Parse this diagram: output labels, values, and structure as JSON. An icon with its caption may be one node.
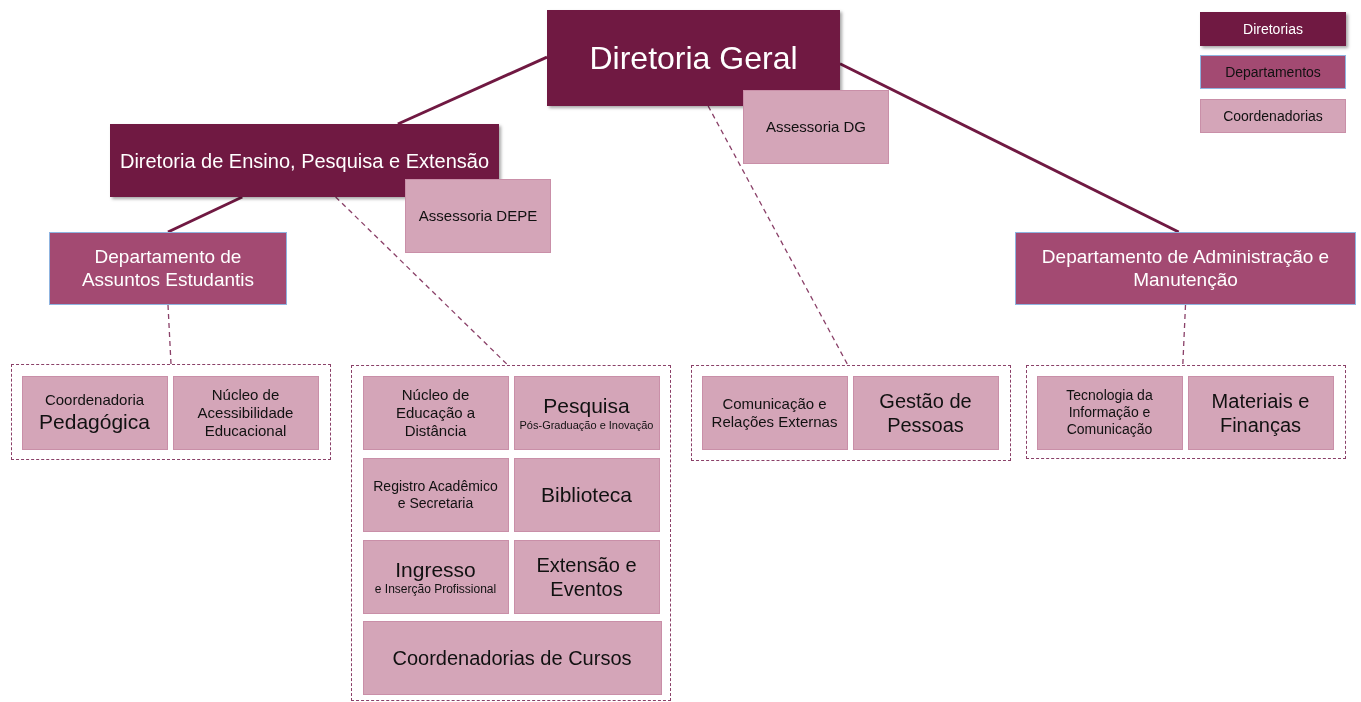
{
  "diagram": {
    "nodes": [
      {
        "text": [
          "Diretoria Geral"
        ]
      },
      {
        "text": [
          "Assessoria DG"
        ]
      },
      {
        "text": [
          "Diretoria de Ensino, Pesquisa e Extensão"
        ]
      },
      {
        "text": [
          "Assessoria DEPE"
        ]
      },
      {
        "text": [
          "Departamento de Assuntos Estudantis"
        ]
      },
      {
        "text": [
          "Departamento de Administração e Manutenção"
        ]
      },
      {
        "text": [],
        "shape": "box"
      },
      {
        "text": [
          "Coordenadoria",
          "Pedagógica"
        ],
        "in": 6
      },
      {
        "text": [
          "Núcleo de Acessibilidade Educacional"
        ],
        "in": 6
      },
      {
        "text": [],
        "shape": "box"
      },
      {
        "text": [
          "Núcleo de Educação a Distância"
        ],
        "in": 9
      },
      {
        "text": [
          "Pesquisa",
          "Pós-Graduação e Inovação"
        ],
        "in": 9
      },
      {
        "text": [
          "Registro Acadêmico e Secretaria"
        ],
        "in": 9
      },
      {
        "text": [
          "Biblioteca"
        ],
        "in": 9
      },
      {
        "text": [
          "Ingresso",
          "e Inserção Profissional"
        ],
        "in": 9
      },
      {
        "text": [
          "Extensão e Eventos"
        ],
        "in": 9
      },
      {
        "text": [
          "Coordenadorias de Cursos"
        ],
        "in": 9
      },
      {
        "text": [],
        "shape": "box"
      },
      {
        "text": [
          "Comunicação e Relações Externas"
        ],
        "in": 17
      },
      {
        "text": [
          "Gestão de Pessoas"
        ],
        "in": 17
      },
      {
        "text": [],
        "shape": "box"
      },
      {
        "text": [
          "Tecnologia da Informação e Comunicação"
        ],
        "in": 20
      },
      {
        "text": [
          "Materiais e Finanças"
        ],
        "in": 20
      }
    ],
    "edges": [
      {
        "from": 0,
        "to": 2,
        "arrow": "none"
      },
      {
        "from": 0,
        "to": 5,
        "arrow": "none"
      },
      {
        "from": 2,
        "to": 4,
        "arrow": "none"
      },
      {
        "from": 2,
        "to": 9,
        "arrow": "none",
        "style": "dashed"
      },
      {
        "from": 0,
        "to": 17,
        "arrow": "none",
        "style": "dashed"
      },
      {
        "from": 4,
        "to": 6,
        "arrow": "none",
        "style": "dashed"
      },
      {
        "from": 5,
        "to": 20,
        "arrow": "none",
        "style": "dashed"
      }
    ],
    "legend": [
      {
        "text": "Diretorias",
        "color": "#701942"
      },
      {
        "text": "Departamentos",
        "color": "#a34a72"
      },
      {
        "text": "Coordenadorias",
        "color": "#d4a5b8"
      }
    ]
  }
}
